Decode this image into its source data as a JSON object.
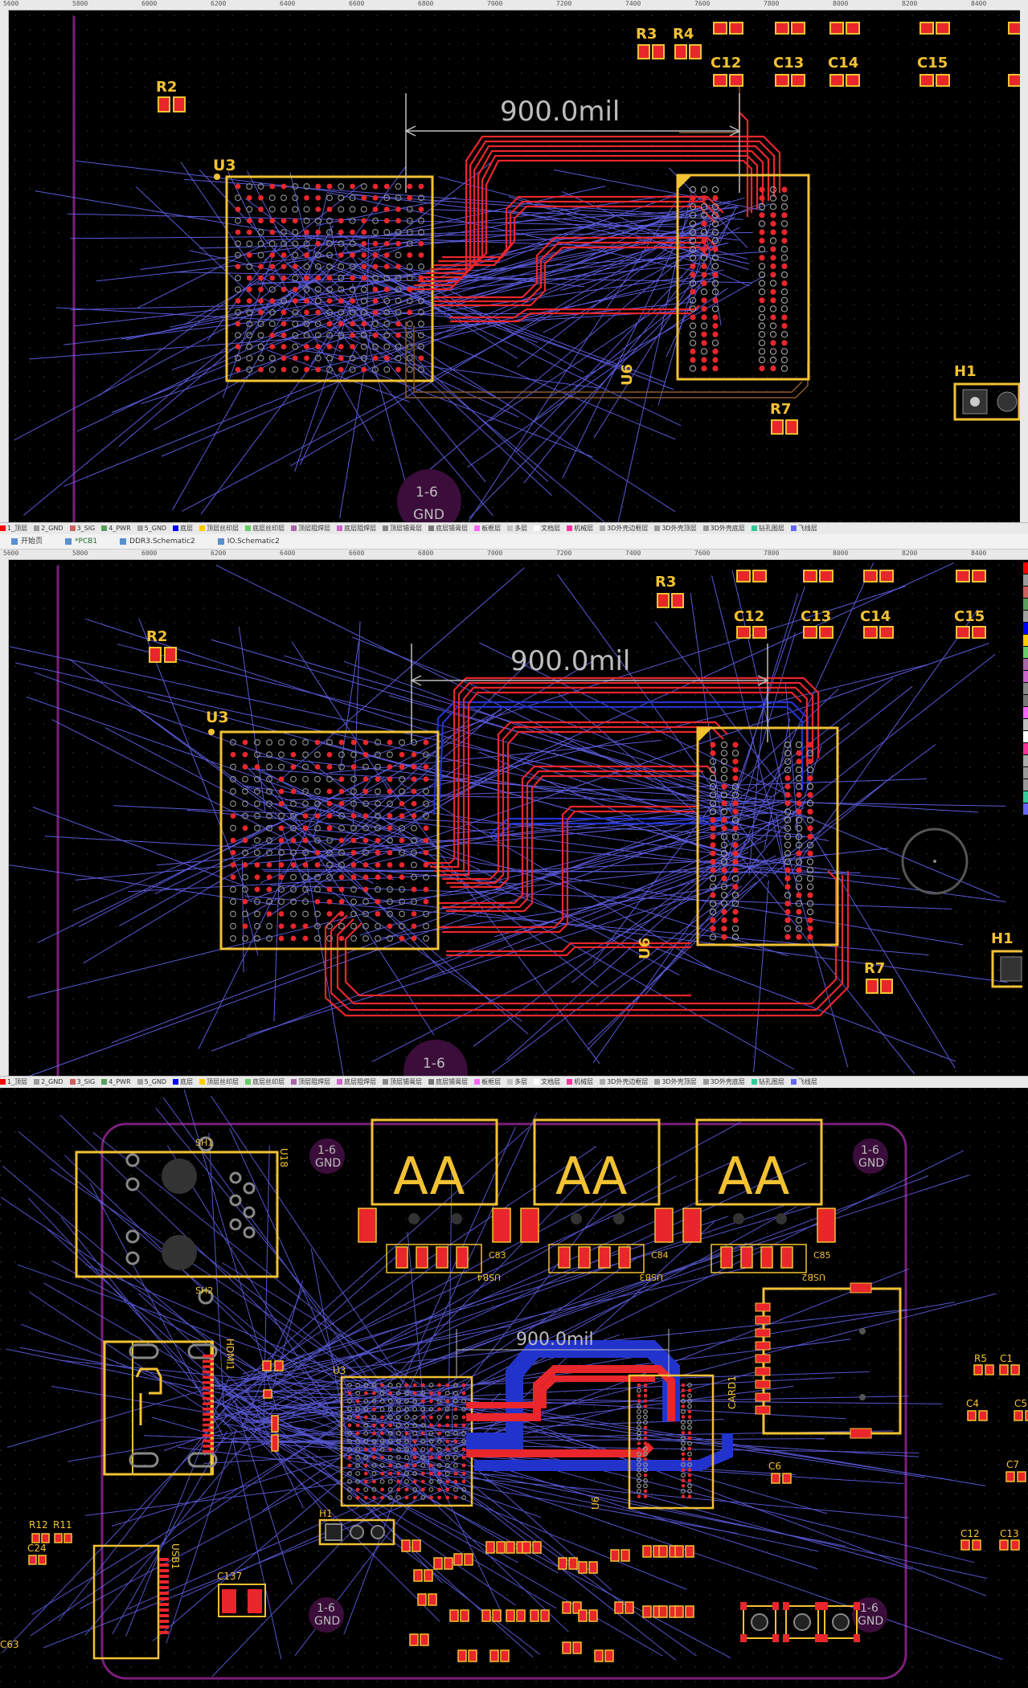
{
  "ui_text": {
    "dimension": "900.0mil",
    "gnd_label_top": "1-6",
    "gnd_label_bottom": "GND",
    "gnd_mid": "1-6",
    "u3": "U3",
    "u6": "U6",
    "r2": "R2",
    "r3": "R3",
    "r4": "R4",
    "r7": "R7",
    "h1": "H1",
    "c12": "C12",
    "c13": "C13",
    "c14": "C14",
    "c15": "C15",
    "u18": "U18",
    "hdmi1": "HDMI1",
    "usb1": "USB1",
    "usb2": "USB2",
    "usb3": "USB3",
    "usb4": "USB4",
    "card1": "CARD1",
    "sh1": "SH1",
    "sh2": "SH2",
    "c137": "C137",
    "c24": "C24",
    "r12": "R12",
    "r11": "R11",
    "c6": "C6",
    "c5": "C5",
    "r5": "R5",
    "c1": "C1",
    "c4": "C4",
    "c7": "C7",
    "c13b": "C13",
    "c12b": "C12",
    "c83": "C83",
    "c84": "C84",
    "c85": "C85",
    "c63": "C63",
    "aa": "AA"
  },
  "rulers": {
    "top1": [
      "5600",
      "5800",
      "6000",
      "6200",
      "6400",
      "6600",
      "6800",
      "7000",
      "7200",
      "7400",
      "7600",
      "7800",
      "8000",
      "8200",
      "8400"
    ],
    "top2": [
      "5600",
      "5800",
      "6000",
      "6200",
      "6400",
      "6600",
      "6800",
      "7000",
      "7200",
      "7400",
      "7600",
      "7800",
      "8000",
      "8200",
      "8400"
    ]
  },
  "layers": [
    {
      "name": "1_顶层",
      "color": "#ff0000"
    },
    {
      "name": "2_GND",
      "color": "#9a9a9a"
    },
    {
      "name": "3_SIG",
      "color": "#d06060"
    },
    {
      "name": "4_PWR",
      "color": "#5aa05a"
    },
    {
      "name": "5_GND",
      "color": "#a0a0a0"
    },
    {
      "name": "底层",
      "color": "#0000ff"
    },
    {
      "name": "顶层丝印层",
      "color": "#ffcc00"
    },
    {
      "name": "底层丝印层",
      "color": "#66cc66"
    },
    {
      "name": "顶层阻焊层",
      "color": "#aa66aa"
    },
    {
      "name": "底层阻焊层",
      "color": "#cc66cc"
    },
    {
      "name": "顶层锡膏层",
      "color": "#888888"
    },
    {
      "name": "底层锡膏层",
      "color": "#777777"
    },
    {
      "name": "板框层",
      "color": "#ff66ff"
    },
    {
      "name": "多层",
      "color": "#c0c0c0"
    },
    {
      "name": "文档层",
      "color": "#ffffff"
    },
    {
      "name": "机械层",
      "color": "#ff3399"
    },
    {
      "name": "3D外壳边框层",
      "color": "#aaaaaa"
    },
    {
      "name": "3D外壳顶层",
      "color": "#999999"
    },
    {
      "name": "3D外壳底层",
      "color": "#999999"
    },
    {
      "name": "钻孔图层",
      "color": "#33cc99"
    },
    {
      "name": "飞线层",
      "color": "#6666ff"
    }
  ],
  "tabs": [
    {
      "label": "开始页"
    },
    {
      "label": "*PCB1"
    },
    {
      "label": "DDR3.Schematic2"
    },
    {
      "label": "IO.Schematic2"
    }
  ],
  "colors": {
    "board_bg": "#000000",
    "silk": "#f2c233",
    "top_copper": "#e8262c",
    "bottom_copper": "#2233cc",
    "ratsnest": "#6a6aff",
    "board_outline": "#7a1f7a",
    "text": "#c8c8c8"
  }
}
